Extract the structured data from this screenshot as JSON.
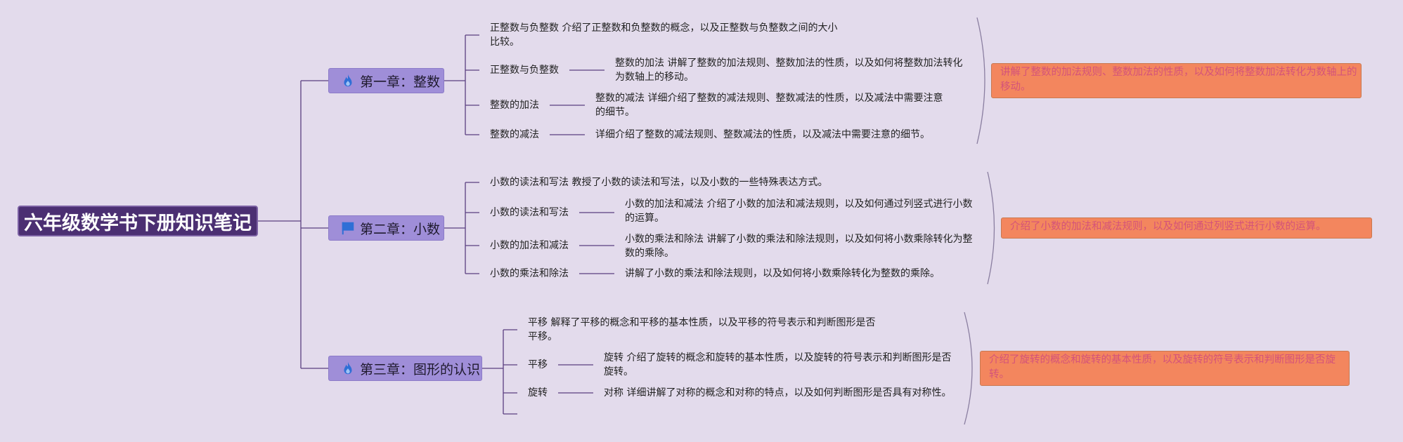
{
  "root": {
    "title": "六年级数学书下册知识笔记"
  },
  "chapters": [
    {
      "title": "第一章：整数",
      "icon": "flame-icon",
      "topics": [
        {
          "label": "正整数与负整数 介绍了正整数和负整数的概念，以及正整数与负整数之间的大小比较。"
        },
        {
          "label": "正整数与负整数",
          "detail": "整数的加法 讲解了整数的加法规则、整数加法的性质，以及如何将整数加法转化为数轴上的移动。"
        },
        {
          "label": "整数的加法",
          "detail": "整数的减法 详细介绍了整数的减法规则、整数减法的性质，以及减法中需要注意的细节。"
        },
        {
          "label": "整数的减法",
          "detail": "详细介绍了整数的减法规则、整数减法的性质，以及减法中需要注意的细节。"
        }
      ],
      "summary": "讲解了整数的加法规则、整数加法的性质，以及如何将整数加法转化为数轴上的移动。"
    },
    {
      "title": "第二章：小数",
      "icon": "flag-icon",
      "topics": [
        {
          "label": "小数的读法和写法 教授了小数的读法和写法，以及小数的一些特殊表达方式。"
        },
        {
          "label": "小数的读法和写法",
          "detail": "小数的加法和减法 介绍了小数的加法和减法规则，以及如何通过列竖式进行小数的运算。"
        },
        {
          "label": "小数的加法和减法",
          "detail": "小数的乘法和除法 讲解了小数的乘法和除法规则，以及如何将小数乘除转化为整数的乘除。"
        },
        {
          "label": "小数的乘法和除法",
          "detail": "讲解了小数的乘法和除法规则，以及如何将小数乘除转化为整数的乘除。"
        }
      ],
      "summary": "介绍了小数的加法和减法规则，以及如何通过列竖式进行小数的运算。"
    },
    {
      "title": "第三章：图形的认识",
      "icon": "flame-icon",
      "topics": [
        {
          "label": "平移 解释了平移的概念和平移的基本性质，以及平移的符号表示和判断图形是否平移。"
        },
        {
          "label": "平移",
          "detail": "旋转 介绍了旋转的概念和旋转的基本性质，以及旋转的符号表示和判断图形是否旋转。"
        },
        {
          "label": "旋转",
          "detail": "对称 详细讲解了对称的概念和对称的特点，以及如何判断图形是否具有对称性。"
        },
        {
          "label": ""
        }
      ],
      "summary": "介绍了旋转的概念和旋转的基本性质，以及旋转的符号表示和判断图形是否旋转。"
    }
  ],
  "colors": {
    "background": "#e3dbec",
    "root_fill": "#4b2f72",
    "chapter_fill": "#9f8ed8",
    "callout_fill": "#f3865e",
    "callout_text": "#d4537a",
    "line": "#5a3f80",
    "flame_icon": "#2f6fd6",
    "flag_icon": "#2f6fd6"
  }
}
